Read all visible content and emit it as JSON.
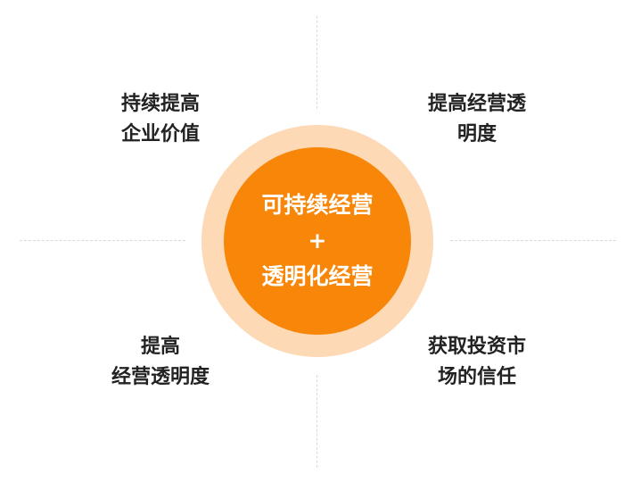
{
  "center": {
    "line1": "可持续经营",
    "line2": "+",
    "line3": "透明化经营"
  },
  "quadrants": {
    "top_left": {
      "line1": "持续提高",
      "line2": "企业价值"
    },
    "top_right": {
      "line1": "提高经营透",
      "line2": "明度"
    },
    "bottom_left": {
      "line1": "提高",
      "line2": "经营透明度"
    },
    "bottom_right": {
      "line1": "获取投资市",
      "line2": "场的信任"
    }
  },
  "colors": {
    "inner_circle": "#f88608",
    "outer_ring": "#fdd9b5",
    "text_dark": "#222222",
    "divider": "#d9d9d9"
  }
}
